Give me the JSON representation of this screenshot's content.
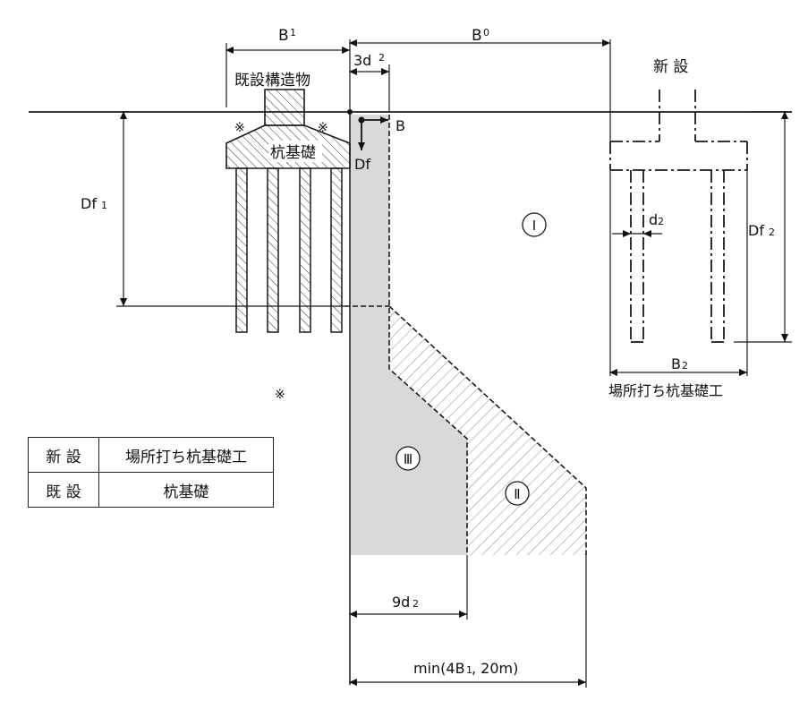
{
  "labels": {
    "b1": "B",
    "b1_sub": "1",
    "b0": "B",
    "b0_sub": "0",
    "three_d2": "3d",
    "three_d2_sub": "2",
    "existing_structure": "既設構造物",
    "new_construction": "新 設",
    "b_point": "B",
    "df": "Df",
    "pile_foundation": "杭基礎",
    "df1": "Df",
    "df1_sub": "1",
    "d2": "d",
    "d2_sub": "2",
    "df2": "Df",
    "df2_sub": "2",
    "b2": "B",
    "b2_sub": "2",
    "cast_in_place": "場所打ち杭基礎工",
    "nine_d2": "9d",
    "nine_d2_sub": "2",
    "min_width": "min(4B",
    "min_width_sub": "1",
    "min_width_tail": ", 20m)",
    "asterisk": "※"
  },
  "zones": {
    "zone1": "Ⅰ",
    "zone2": "Ⅱ",
    "zone3": "Ⅲ"
  },
  "legend": {
    "rows": [
      {
        "key": "新 設",
        "value": "場所打ち杭基礎工"
      },
      {
        "key": "既 設",
        "value": "杭基礎"
      }
    ]
  },
  "colors": {
    "line": "#1a1a1a",
    "zone3_fill": "#d9d9d9",
    "hatch": "#888888",
    "background": "#ffffff"
  }
}
